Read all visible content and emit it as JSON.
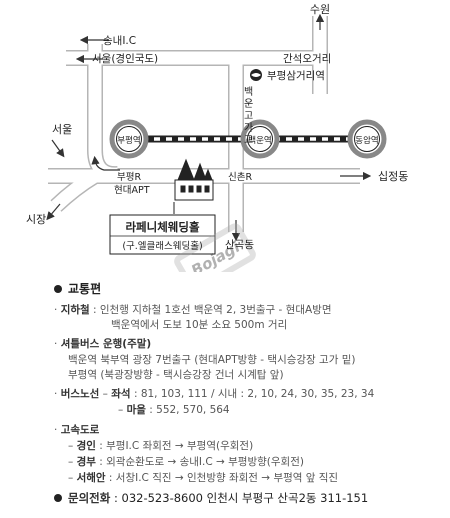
{
  "map": {
    "labels": {
      "suwon": "수원",
      "songnae_ic": "송내I.C",
      "seoul_gyeongin": "서울(경인국도)",
      "ganseok": "간석오거리",
      "bupyeong_samgeori": "부평삼거리역",
      "baegun_gogagyo": [
        "백",
        "운",
        "고",
        "가",
        "교"
      ],
      "seoul": "서울",
      "sijang": "시장",
      "bupyeong_station": "부평역",
      "baegun_station": "백운역",
      "dongam_station": "동암역",
      "bupyeong_r": "부평R",
      "sinchon_r": "신촌R",
      "hyundai_apt": "현대APT",
      "sipjeong": "십정동",
      "sangok": "산곡동",
      "hall_name": "라페니체웨딩홀",
      "hall_sub": "(구.엘클래스웨딩홀)",
      "watermark": "Bojagi"
    }
  },
  "info": {
    "title": "교통편",
    "subway_label": "지하철",
    "subway_line1": "인천행 지하철 1호선 백운역 2, 3번출구 - 현대A방면",
    "subway_line2": "백운역에서 도보 10분 소요 500m 거리",
    "shuttle_label": "셔틀버스 운행(주말)",
    "shuttle_line1": "백운역 북부역 광장 7번출구 (현대APT방향 - 택시승강장 고가 밑)",
    "shuttle_line2": "부평역 (북광장방향 - 택시승강장 건너 시계탑 앞)",
    "bus_label": "버스노선",
    "bus_seat_label": "좌석",
    "bus_seat": ": 81, 103, 111 / 시내 : 2, 10, 24, 30, 35, 23, 34",
    "bus_village_label": "마을",
    "bus_village": ": 552, 570, 564",
    "highway_label": "고속도로",
    "gyeongin_label": "경인",
    "gyeongin": ": 부평I.C 좌회전 → 부평역(우회전)",
    "gyeongbu_label": "경부",
    "gyeongbu": ": 외곽순환도로 → 송내I.C → 부평방향(우회전)",
    "seohaean_label": "서해안",
    "seohaean": ": 서창I.C 직진 → 인천방향 좌회전 → 부평역 앞 직진",
    "contact_label": "문의전화",
    "contact": ": 032-523-8600 인천시 부평구 산곡2동 311-151"
  },
  "colors": {
    "road": "#b8b8b8",
    "text": "#222222",
    "light_text": "#555555"
  }
}
